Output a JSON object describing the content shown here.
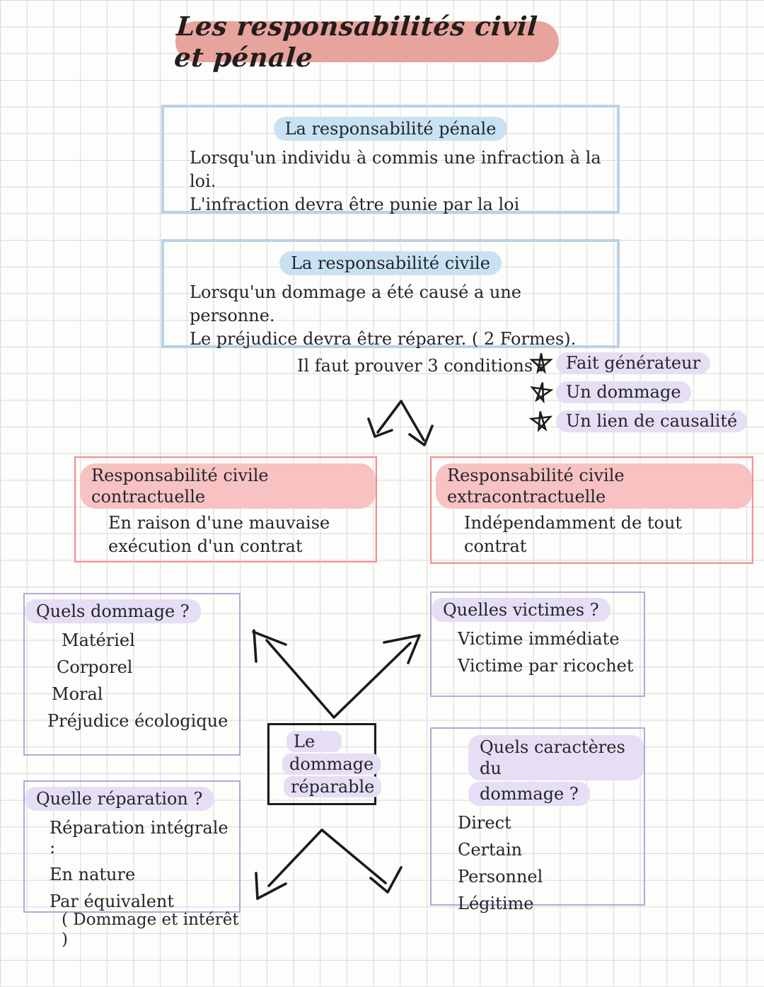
{
  "page": {
    "title": "Les responsabilités civil et pénale"
  },
  "penal_box": {
    "title": "La responsabilité pénale",
    "lines": [
      "Lorsqu'un individu à commis une infraction à la loi.",
      "L'infraction devra être punie par la loi"
    ]
  },
  "civil_box": {
    "title": "La responsabilité civile",
    "lines": [
      "Lorsqu'un dommage a été causé a une personne.",
      "Le préjudice devra être réparer. ( 2 Formes)."
    ]
  },
  "conditions": {
    "label": "Il faut prouver 3 conditions :",
    "items": [
      "Fait générateur",
      "Un dommage",
      "Un lien de causalité"
    ]
  },
  "contractual_box": {
    "title": "Responsabilité civile contractuelle",
    "lines": [
      "En raison d'une mauvaise",
      "exécution d'un contrat"
    ]
  },
  "extracontractual_box": {
    "title": "Responsabilité civile extracontractuelle",
    "lines": [
      "Indépendamment de tout",
      "contrat"
    ]
  },
  "damages_box": {
    "title": "Quels dommage ?",
    "items": [
      "Matériel",
      "Corporel",
      "Moral",
      "Préjudice écologique"
    ]
  },
  "victims_box": {
    "title": "Quelles victimes ?",
    "items": [
      "Victime immédiate",
      "Victime par ricochet"
    ]
  },
  "center_box": {
    "lines": [
      "Le",
      "dommage",
      "réparable"
    ]
  },
  "reparation_box": {
    "title": "Quelle réparation ?",
    "items": [
      "Réparation intégrale :",
      "En nature",
      "Par équivalent",
      "( Dommage et intérêt )"
    ]
  },
  "characters_box": {
    "title_lines": [
      "Quels caractères du",
      "dommage ?"
    ],
    "items": [
      "Direct",
      "Certain",
      "Personnel",
      "Légitime"
    ]
  },
  "colors": {
    "title_highlight": "#e7a49c",
    "blue_highlight": "#c9e2f3",
    "blue_border": "#b9d2e5",
    "pink_highlight": "#f8c2c2",
    "red_border": "#f19392",
    "purple_highlight": "#e6def4",
    "purple_border": "#b3a7d9",
    "ink": "#1b1b1b"
  }
}
